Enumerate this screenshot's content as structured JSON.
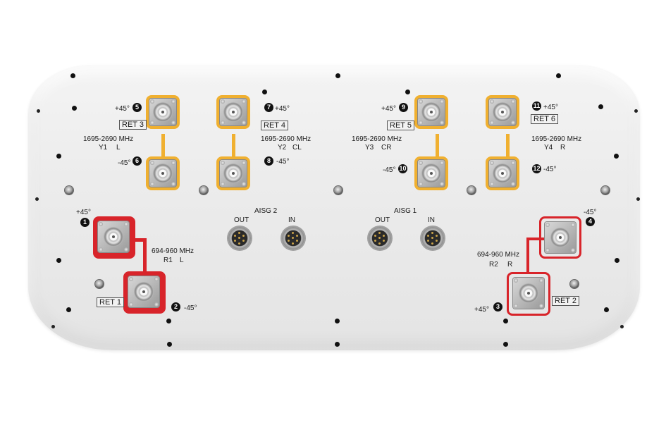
{
  "colors": {
    "panel": "#ececec",
    "high_band_pad": "#f0b030",
    "low_band_pad": "#d8242a",
    "port_badge": "#111111",
    "text": "#1a1a1a"
  },
  "ports": [
    {
      "number": "1",
      "polarization": "+45°"
    },
    {
      "number": "2",
      "polarization": "-45°"
    },
    {
      "number": "3",
      "polarization": "+45°"
    },
    {
      "number": "4",
      "polarization": "-45°"
    },
    {
      "number": "5",
      "polarization": "+45°"
    },
    {
      "number": "6",
      "polarization": "-45°"
    },
    {
      "number": "7",
      "polarization": "+45°"
    },
    {
      "number": "8",
      "polarization": "-45°"
    },
    {
      "number": "9",
      "polarization": "+45°"
    },
    {
      "number": "10",
      "polarization": "-45°"
    },
    {
      "number": "11",
      "polarization": "+45°"
    },
    {
      "number": "12",
      "polarization": "-45°"
    }
  ],
  "arrays": [
    {
      "ret": "RET 1",
      "freq": "694-960 MHz",
      "id": "R1",
      "pos": "L"
    },
    {
      "ret": "RET 2",
      "freq": "694-960 MHz",
      "id": "R2",
      "pos": "R"
    },
    {
      "ret": "RET 3",
      "freq": "1695-2690 MHz",
      "id": "Y1",
      "pos": "L"
    },
    {
      "ret": "RET 4",
      "freq": "1695-2690 MHz",
      "id": "Y2",
      "pos": "CL"
    },
    {
      "ret": "RET 5",
      "freq": "1695-2690 MHz",
      "id": "Y3",
      "pos": "CR"
    },
    {
      "ret": "RET 6",
      "freq": "1695-2690 MHz",
      "id": "Y4",
      "pos": "R"
    }
  ],
  "aisg": [
    {
      "title": "AISG 2",
      "out_label": "OUT",
      "in_label": "IN"
    },
    {
      "title": "AISG 1",
      "out_label": "OUT",
      "in_label": "IN"
    }
  ]
}
